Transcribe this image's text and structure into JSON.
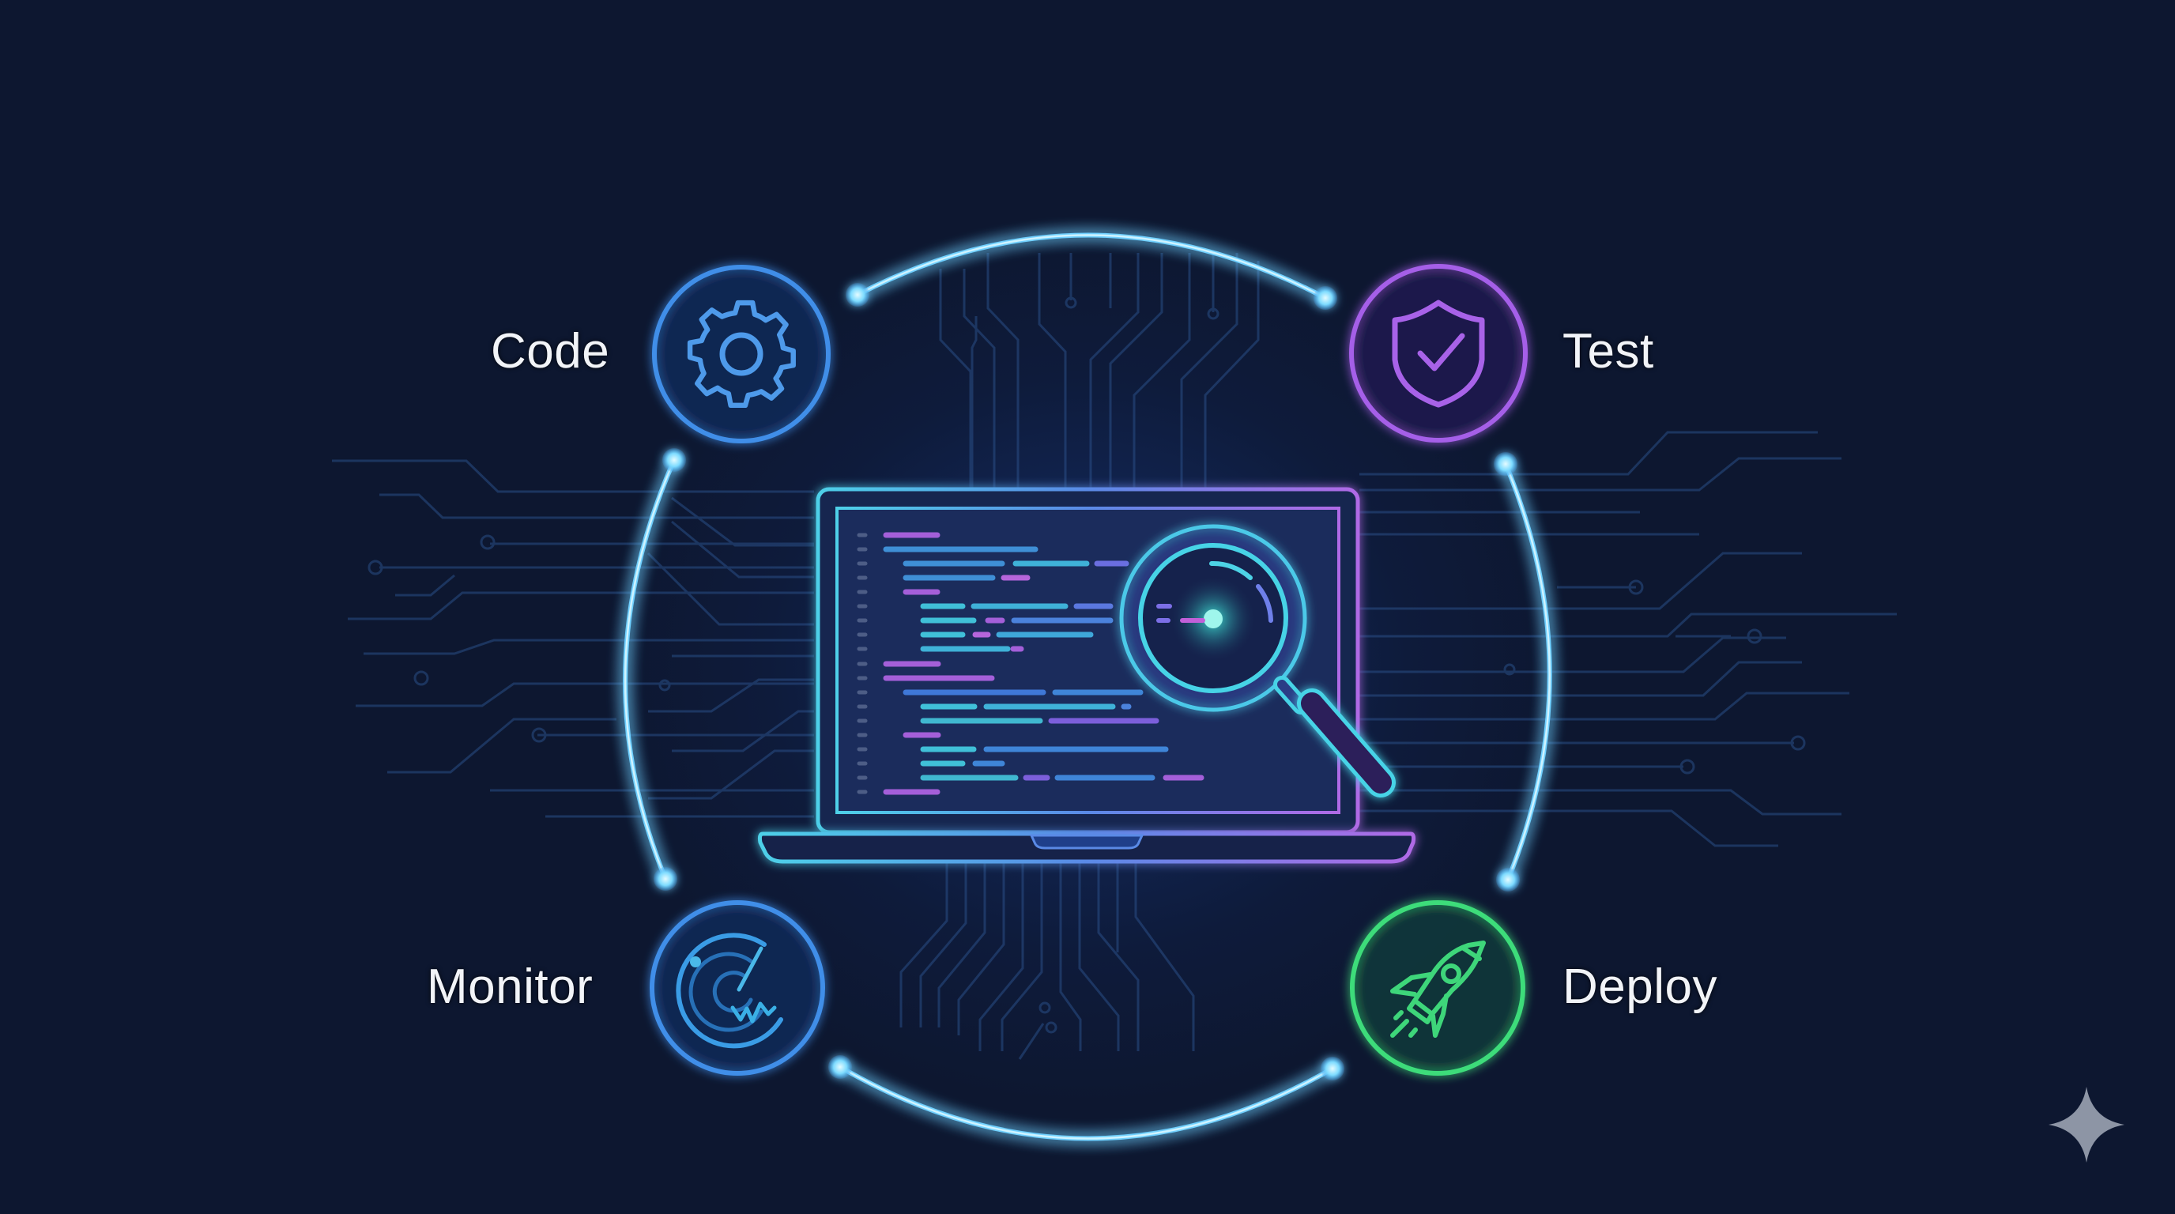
{
  "diagram": {
    "type": "devops-lifecycle-cycle",
    "center": {
      "name": "laptop-with-code-and-magnifier",
      "icon": "magnifying-glass-icon",
      "code_line_count": 19
    },
    "nodes": [
      {
        "id": "code",
        "label": "Code",
        "icon": "gear-icon",
        "color": "#3f8ee8",
        "position": "top-left"
      },
      {
        "id": "test",
        "label": "Test",
        "icon": "shield-check-icon",
        "color": "#a55ee8",
        "position": "top-right"
      },
      {
        "id": "deploy",
        "label": "Deploy",
        "icon": "rocket-icon",
        "color": "#3ddc7a",
        "position": "bottom-right"
      },
      {
        "id": "monitor",
        "label": "Monitor",
        "icon": "radar-icon",
        "color": "#3f8ee8",
        "position": "bottom-left"
      }
    ],
    "connectors": {
      "color": "#5cc6ff",
      "style": "glowing-arc-with-endpoint-dots",
      "count": 4
    },
    "background": {
      "color": "#0d1730",
      "pattern": "circuit-traces"
    },
    "watermark": {
      "icon": "sparkle-icon",
      "color": "#8d95a5"
    }
  }
}
